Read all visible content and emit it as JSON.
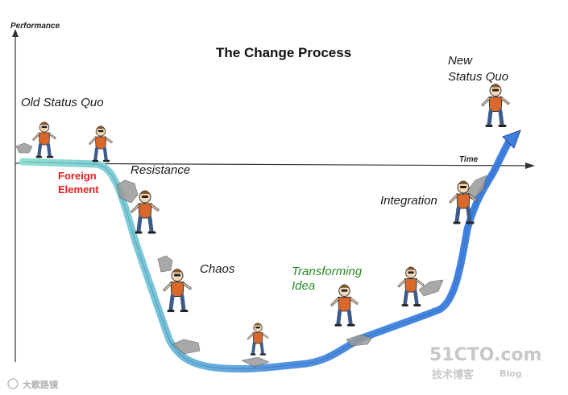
{
  "title": "The Change Process",
  "axes": {
    "y_label": "Performance",
    "x_label": "Time"
  },
  "stages": {
    "old_status_quo": "Old Status Quo",
    "foreign_element": [
      "Foreign",
      "Element"
    ],
    "resistance": "Resistance",
    "chaos": "Chaos",
    "transforming_idea": [
      "Transforming",
      "Idea"
    ],
    "integration": "Integration",
    "new_status_quo": [
      "New",
      "Status Quo"
    ]
  },
  "colors": {
    "curve_start": "#7fd6c6",
    "curve_end": "#3f7fd9",
    "foreign_element": "#e02020",
    "transforming_idea": "#2a8a2a",
    "figure_shirt": "#d9682a",
    "figure_pants": "#3d5a8a"
  },
  "watermark": {
    "site": "51CTO.com",
    "sub": "技术博客",
    "blog": "Blog",
    "corner": "大歌路镜"
  }
}
